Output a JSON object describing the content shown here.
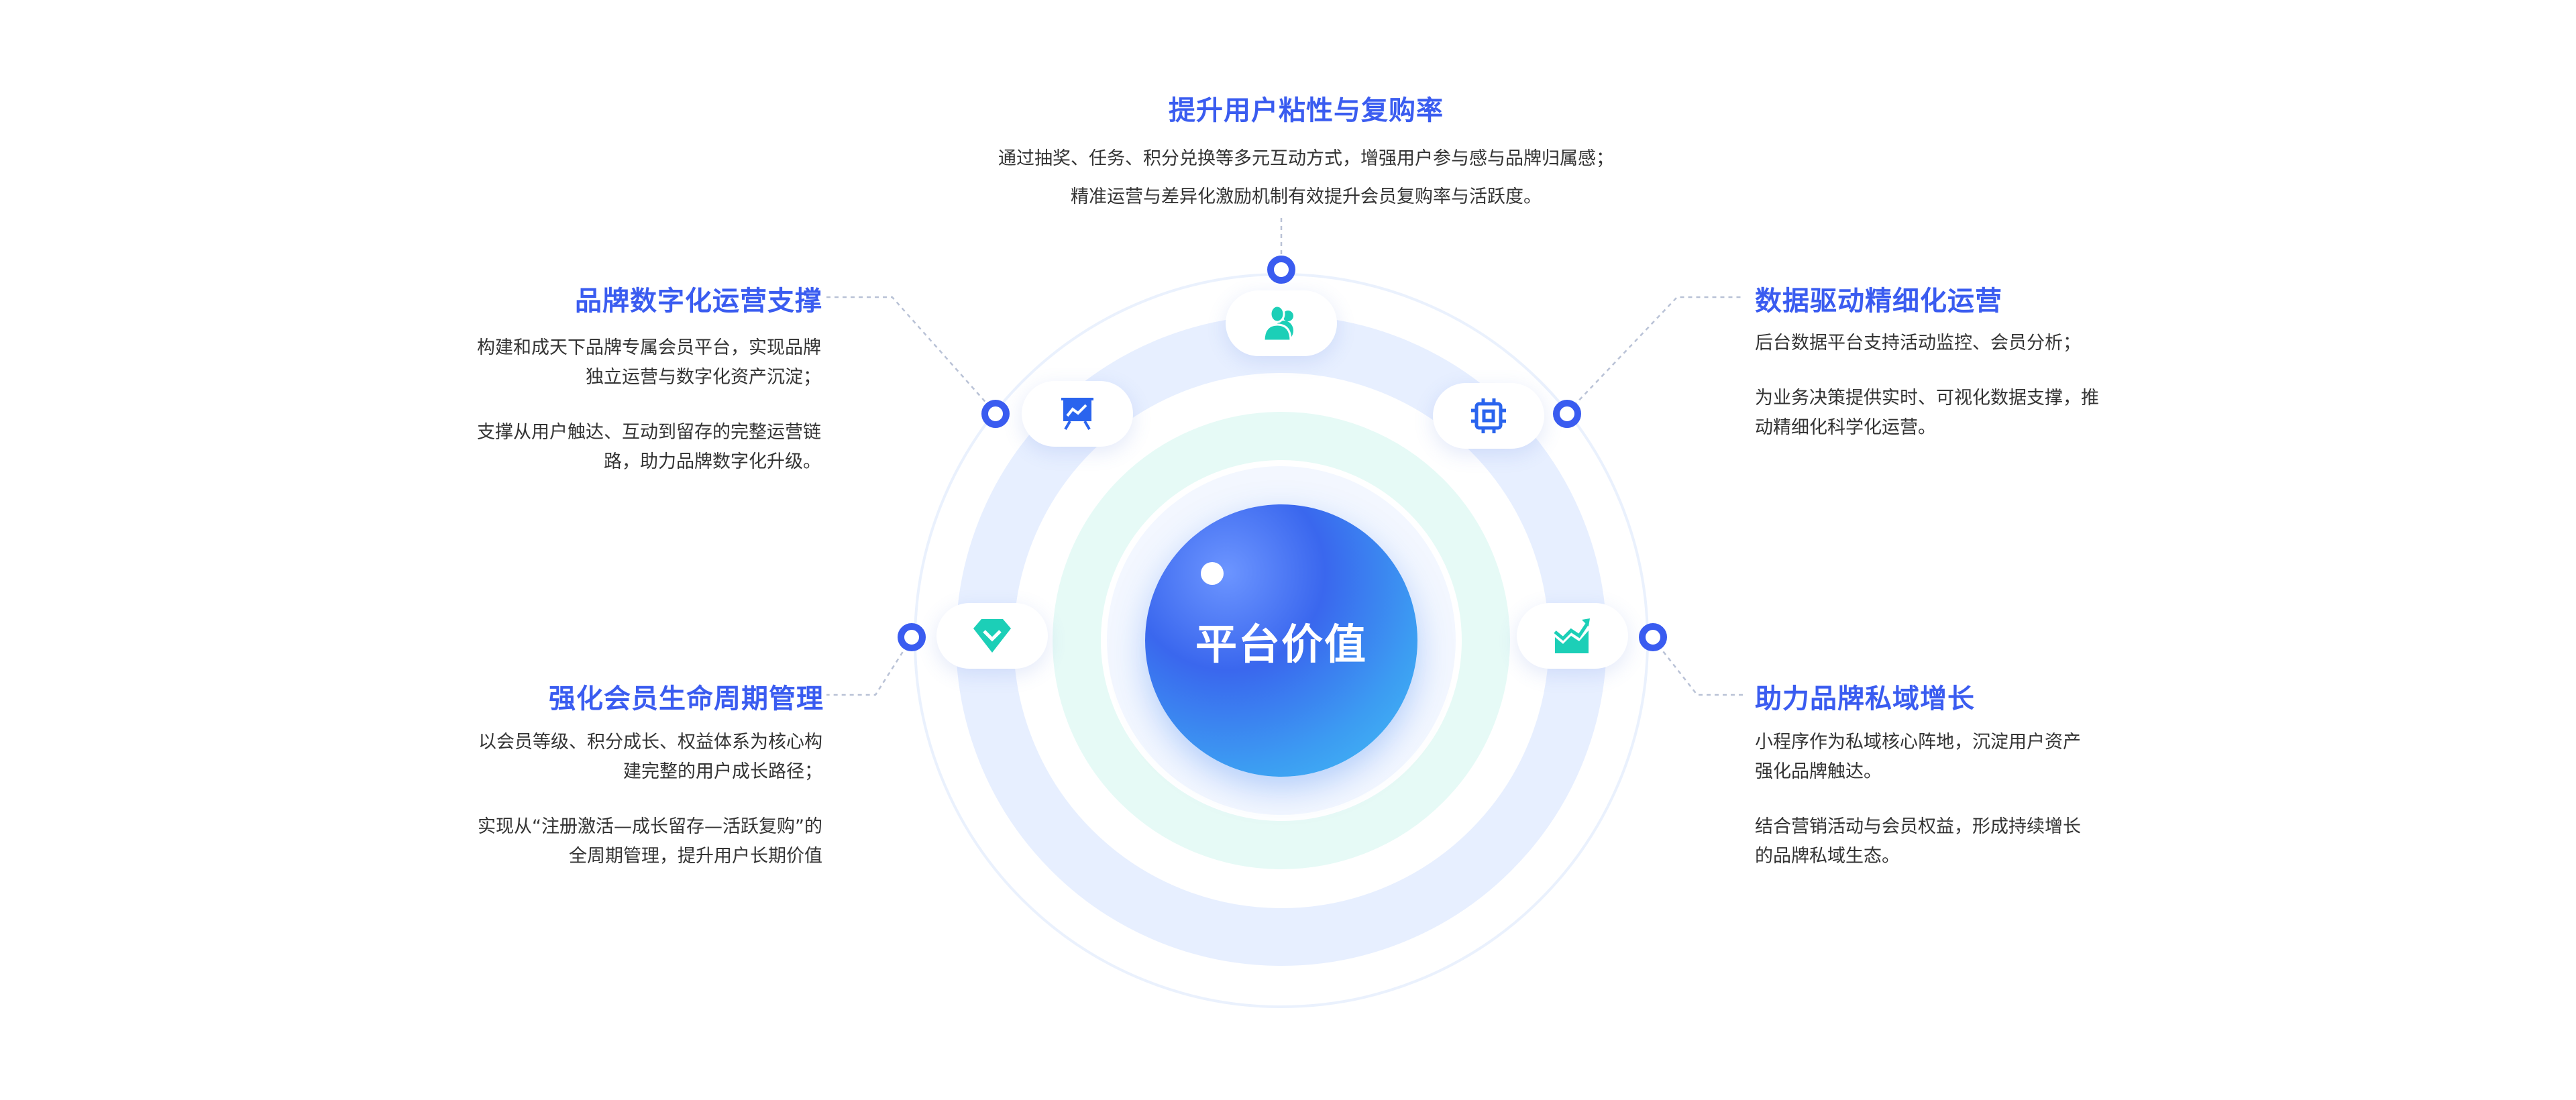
{
  "center": {
    "label": "平台价值"
  },
  "colors": {
    "accent": "#3a5cf0",
    "teal": "#1ccfb7",
    "text": "#333333"
  },
  "nodes": {
    "top": {
      "title": "提升用户粘性与复购率",
      "lines": [
        "通过抽奖、任务、积分兑换等多元互动方式，增强用户参与感与品牌归属感；",
        "精准运营与差异化激励机制有效提升会员复购率与活跃度。"
      ],
      "icon": "users-icon"
    },
    "upper_left": {
      "title": "品牌数字化运营支撑",
      "paragraphs": [
        "构建和成天下品牌专属会员平台，实现品牌独立运营与数字化资产沉淀；",
        "支撑从用户触达、互动到留存的完整运营链路，助力品牌数字化升级。"
      ],
      "icon": "presentation-chart-icon"
    },
    "lower_left": {
      "title": "强化会员生命周期管理",
      "paragraphs": [
        "以会员等级、积分成长、权益体系为核心构建完整的用户成长路径；",
        "实现从“注册激活—成长留存—活跃复购”的全周期管理，提升用户长期价值"
      ],
      "icon": "diamond-icon"
    },
    "upper_right": {
      "title": "数据驱动精细化运营",
      "paragraphs": [
        "后台数据平台支持活动监控、会员分析；",
        "为业务决策提供实时、可视化数据支撑，推动精细化科学化运营。"
      ],
      "icon": "chip-icon"
    },
    "lower_right": {
      "title": "助力品牌私域增长",
      "paragraphs": [
        "小程序作为私域核心阵地，沉淀用户资产强化品牌触达。",
        "结合营销活动与会员权益，形成持续增长的品牌私域生态。"
      ],
      "icon": "growth-chart-icon"
    }
  }
}
